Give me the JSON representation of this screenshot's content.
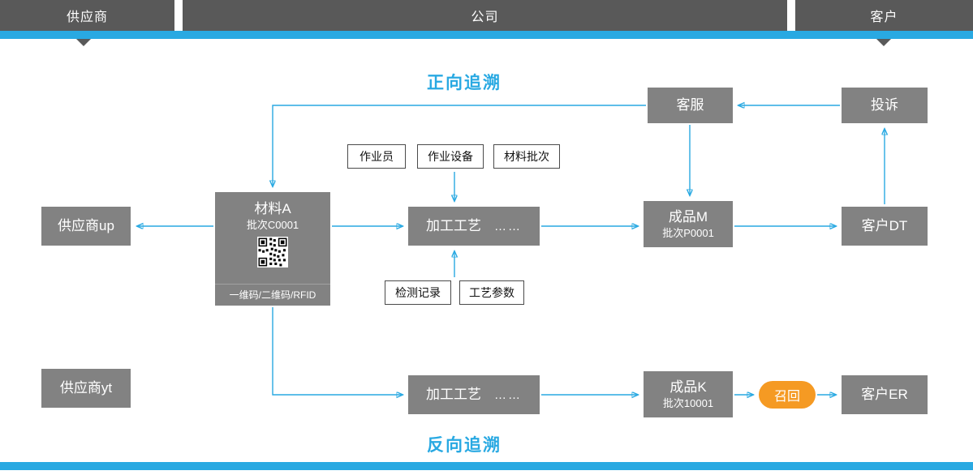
{
  "header": {
    "segments": [
      {
        "id": "supplier",
        "label": "供应商"
      },
      {
        "id": "company",
        "label": "公司"
      },
      {
        "id": "customer",
        "label": "客户"
      }
    ]
  },
  "titles": {
    "forward": "正向追溯",
    "backward": "反向追溯"
  },
  "nodes": {
    "customer_service": {
      "label": "客服"
    },
    "complaint": {
      "label": "投诉"
    },
    "supplier_up": {
      "label": "供应商up"
    },
    "material_a": {
      "title": "材料A",
      "batch": "批次C0001",
      "code_label": "一维码/二维码/RFID",
      "icon": "qr-code-icon"
    },
    "process_top": {
      "label": "加工工艺",
      "ellipsis": "……"
    },
    "product_m": {
      "title": "成品M",
      "batch": "批次P0001"
    },
    "customer_dt": {
      "label": "客户DT"
    },
    "supplier_yt": {
      "label": "供应商yt"
    },
    "process_bottom": {
      "label": "加工工艺",
      "ellipsis": "……"
    },
    "product_k": {
      "title": "成品K",
      "batch": "批次10001"
    },
    "recall": {
      "label": "召回"
    },
    "customer_er": {
      "label": "客户ER"
    }
  },
  "tags": {
    "operator": "作业员",
    "equipment": "作业设备",
    "material_batch": "材料批次",
    "inspection_record": "检测记录",
    "process_parameters": "工艺参数"
  },
  "colors": {
    "header_gray": "#595959",
    "node_gray": "#828282",
    "accent_blue": "#29A9E2",
    "recall_orange": "#F59A23"
  }
}
